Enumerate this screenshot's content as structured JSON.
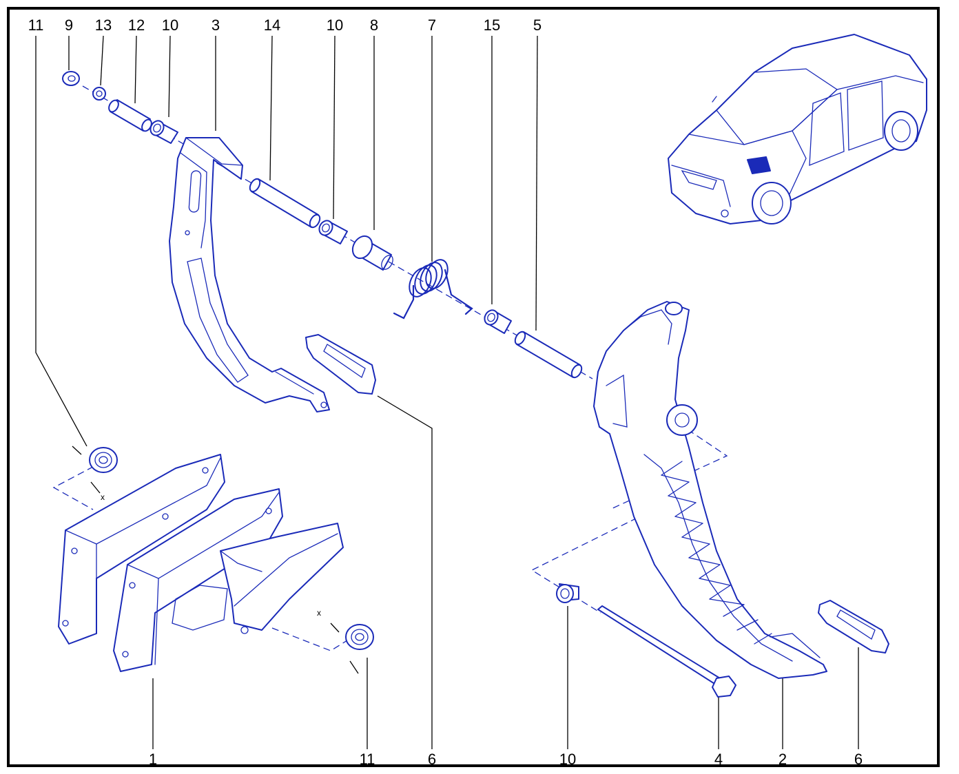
{
  "callouts": {
    "top": [
      "11",
      "9",
      "13",
      "12",
      "10",
      "3",
      "14",
      "10",
      "8",
      "7",
      "15",
      "5"
    ],
    "bottom": [
      "1",
      "11",
      "6",
      "10",
      "4",
      "2",
      "6"
    ]
  },
  "dimension_mark": "x",
  "colors": {
    "line_art": "#1a2ab8",
    "callouts": "#000000",
    "frame": "#000000"
  }
}
